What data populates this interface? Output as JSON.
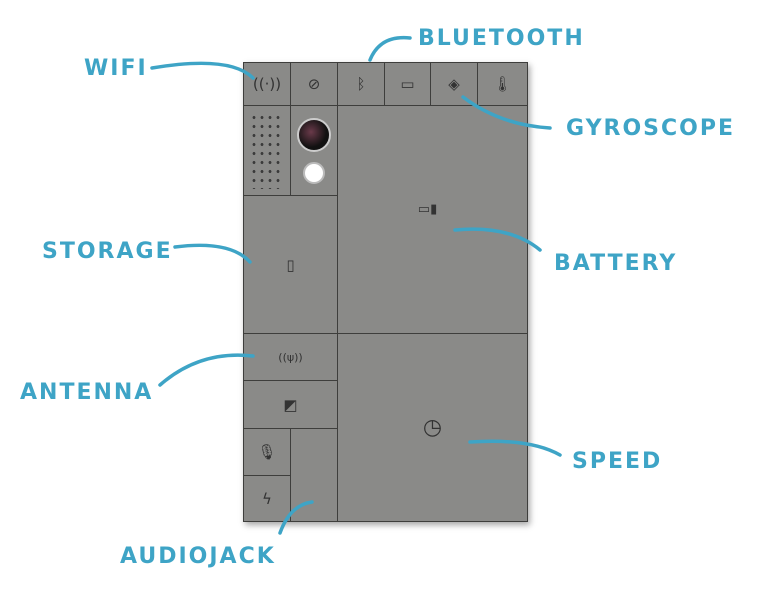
{
  "labels": {
    "wifi": "WIFI",
    "bluetooth": "BLUETOOTH",
    "gyroscope": "GYROSCOPE",
    "storage": "STORAGE",
    "battery": "BATTERY",
    "antenna": "ANTENNA",
    "speed": "SPEED",
    "audiojack": "AUDIOJACK"
  },
  "colors": {
    "label": "#3ea4c6",
    "phone": "#8a8a88",
    "seam": "#3e3e3c"
  }
}
